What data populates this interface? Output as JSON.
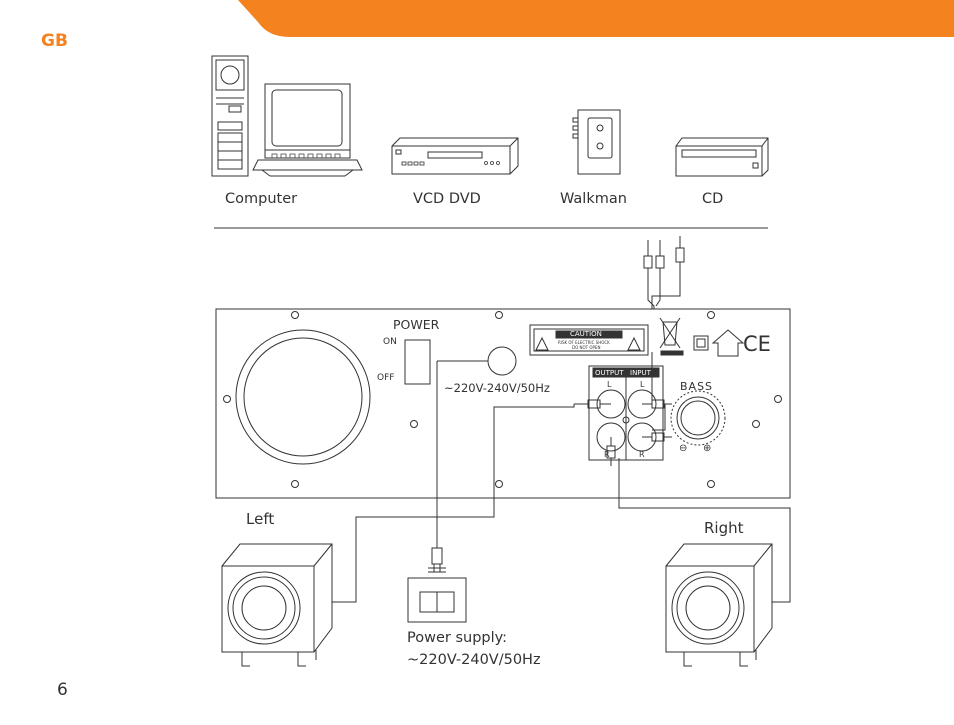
{
  "header": {
    "language": "GB"
  },
  "devices": {
    "computer": "Computer",
    "vcd_dvd": "VCD DVD",
    "walkman": "Walkman",
    "cd": "CD"
  },
  "panel": {
    "power": "POWER",
    "on": "ON",
    "off": "OFF",
    "voltage": "~220V-240V/50Hz",
    "caution": "CAUTION",
    "caution_line1": "RISK OF ELECTRIC SHOCK",
    "caution_line2": "DO NOT OPEN",
    "ce_mark": "CE",
    "output": "OUTPUT",
    "input": "INPUT",
    "left_channel": "L",
    "right_channel": "R",
    "bass": "BASS",
    "minus": "⊖",
    "plus": "⊕"
  },
  "speakers": {
    "left": "Left",
    "right": "Right"
  },
  "power_supply": {
    "title": "Power supply:",
    "voltage": "~220V-240V/50Hz"
  },
  "footer": {
    "page_number": "6"
  },
  "colors": {
    "accent": "#f4821f",
    "line": "#333333"
  }
}
